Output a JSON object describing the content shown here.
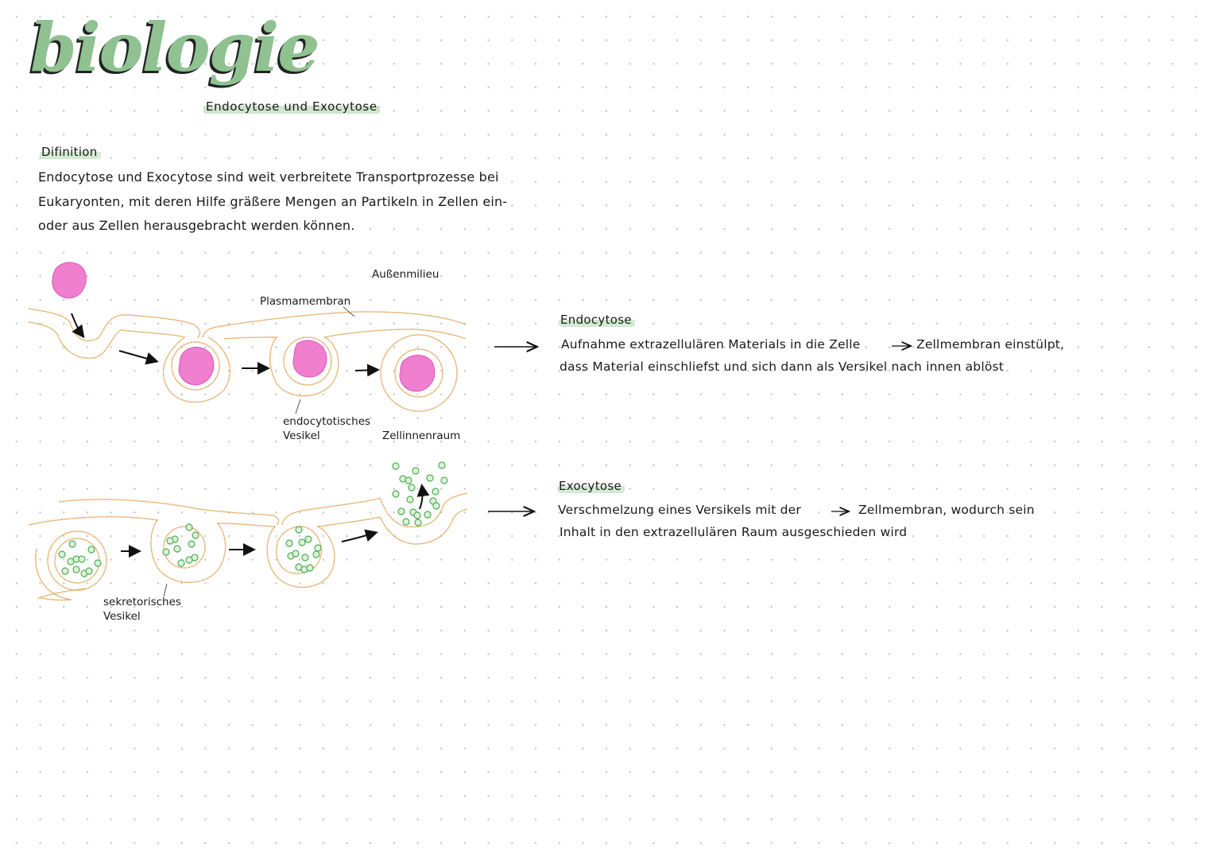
{
  "header": {
    "title": "biologie",
    "subtitle": "Endocytose und Exocytose"
  },
  "definition": {
    "heading": "Difinition",
    "lines": [
      "Endocytose und Exocytose sind weit verbreitete Transportprozesse bei",
      "Eukaryonten, mit deren Hilfe gräßere Mengen an Partikeln in Zellen ein-",
      "oder aus Zellen herausgebracht werden können."
    ]
  },
  "endocytosis_diagram": {
    "labels": {
      "outside": "Außenmilieu",
      "membrane": "Plasmamembran",
      "vesicle_line1": "endocytotisches",
      "vesicle_line2": "Vesikel",
      "inside": "Zellinnenraum"
    }
  },
  "exocytosis_diagram": {
    "labels": {
      "vesicle_line1": "sekretorisches",
      "vesicle_line2": "Vesikel"
    }
  },
  "endocytose": {
    "heading": "Endocytose",
    "line1_a": "Aufnahme extrazellulären Materials in die Zelle",
    "line1_b": "Zellmembran einstülpt,",
    "line2": "dass Material einschliefst und sich dann als Versikel nach innen ablöst"
  },
  "exocytose": {
    "heading": "Exocytose",
    "line1_a": "Verschmelzung eines Versikels mit der",
    "line1_b": "Zellmembran, wodurch sein",
    "line2": "Inhalt in den extrazellulären Raum ausgeschieden wird"
  },
  "colors": {
    "title_green": "#8fc191",
    "highlight_green": "#d3ead3",
    "membrane_orange": "#e0a55a",
    "particle_pink": "#f07fcf",
    "molecule_green": "#4caf50"
  }
}
